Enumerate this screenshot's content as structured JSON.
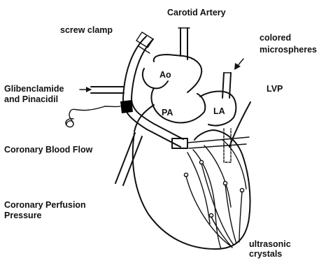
{
  "labels": {
    "carotid_artery": "Carotid Artery",
    "screw_clamp": "screw clamp",
    "colored_microspheres_line1": "colored",
    "colored_microspheres_line2": "microspheres",
    "glibenclamide_line1": "Glibenclamide",
    "glibenclamide_line2": "and Pinacidil",
    "ao": "Ao",
    "pa": "PA",
    "la": "LA",
    "lvp": "LVP",
    "coronary_blood_flow": "Coronary Blood Flow",
    "coronary_perfusion_line1": "Coronary Perfusion",
    "coronary_perfusion_line2": "Pressure",
    "ultrasonic_line1": "ultrasonic",
    "ultrasonic_line2": "crystals"
  },
  "colors": {
    "ink": "#111111",
    "background": "#ffffff",
    "flow_probe": "#000000"
  }
}
